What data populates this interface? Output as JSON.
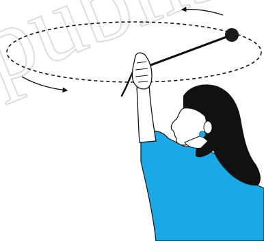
{
  "figure": {
    "watermark_text": "publis",
    "colors": {
      "background": "#ffffff",
      "line": "#111111",
      "stone": "#1a1a1a",
      "shirt": "#19a9e6",
      "hair": "#111111",
      "skin": "#ffffff",
      "earring": "#1aa6d8",
      "watermark": "#d9d9d9"
    },
    "icons": {
      "orbit": "dashed-ellipse",
      "motion_arrows": [
        "arc-arrow-left",
        "arc-arrow-right"
      ],
      "stone": "ball-icon"
    }
  }
}
